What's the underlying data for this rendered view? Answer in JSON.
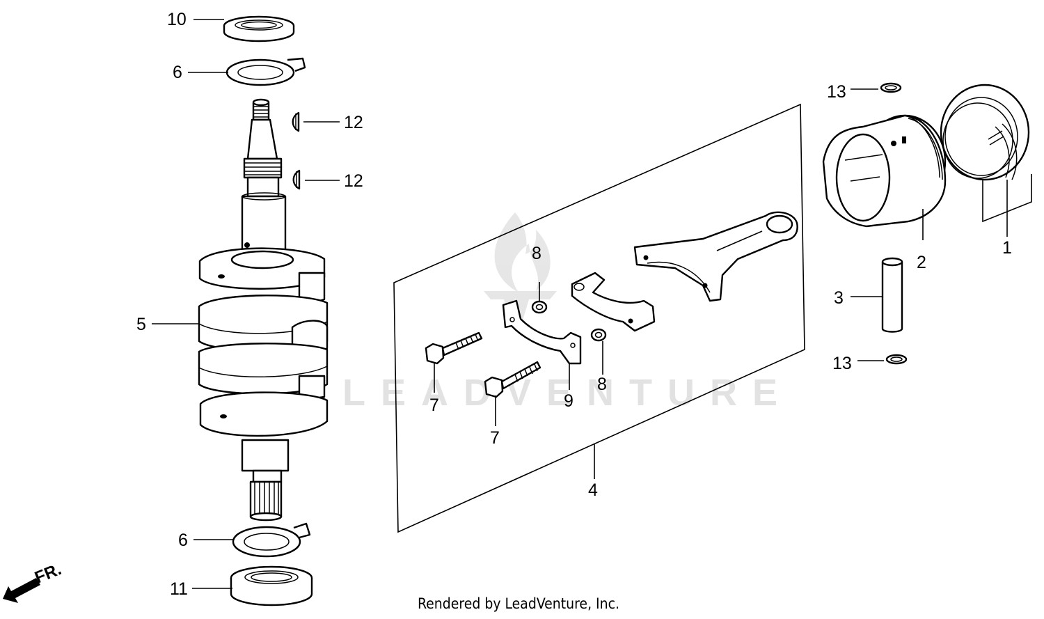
{
  "callouts": {
    "c1": "1",
    "c2": "2",
    "c3": "3",
    "c4": "4",
    "c5": "5",
    "c6_top": "6",
    "c6_bottom": "6",
    "c7_left": "7",
    "c7_right": "7",
    "c8_top": "8",
    "c8_bottom": "8",
    "c9": "9",
    "c10": "10",
    "c11": "11",
    "c12_top": "12",
    "c12_bottom": "12",
    "c13_top": "13",
    "c13_bottom": "13"
  },
  "direction": {
    "label": "FR."
  },
  "watermark": {
    "text": "LEADVENTURE"
  },
  "footer": {
    "credit": "Rendered by LeadVenture, Inc."
  }
}
